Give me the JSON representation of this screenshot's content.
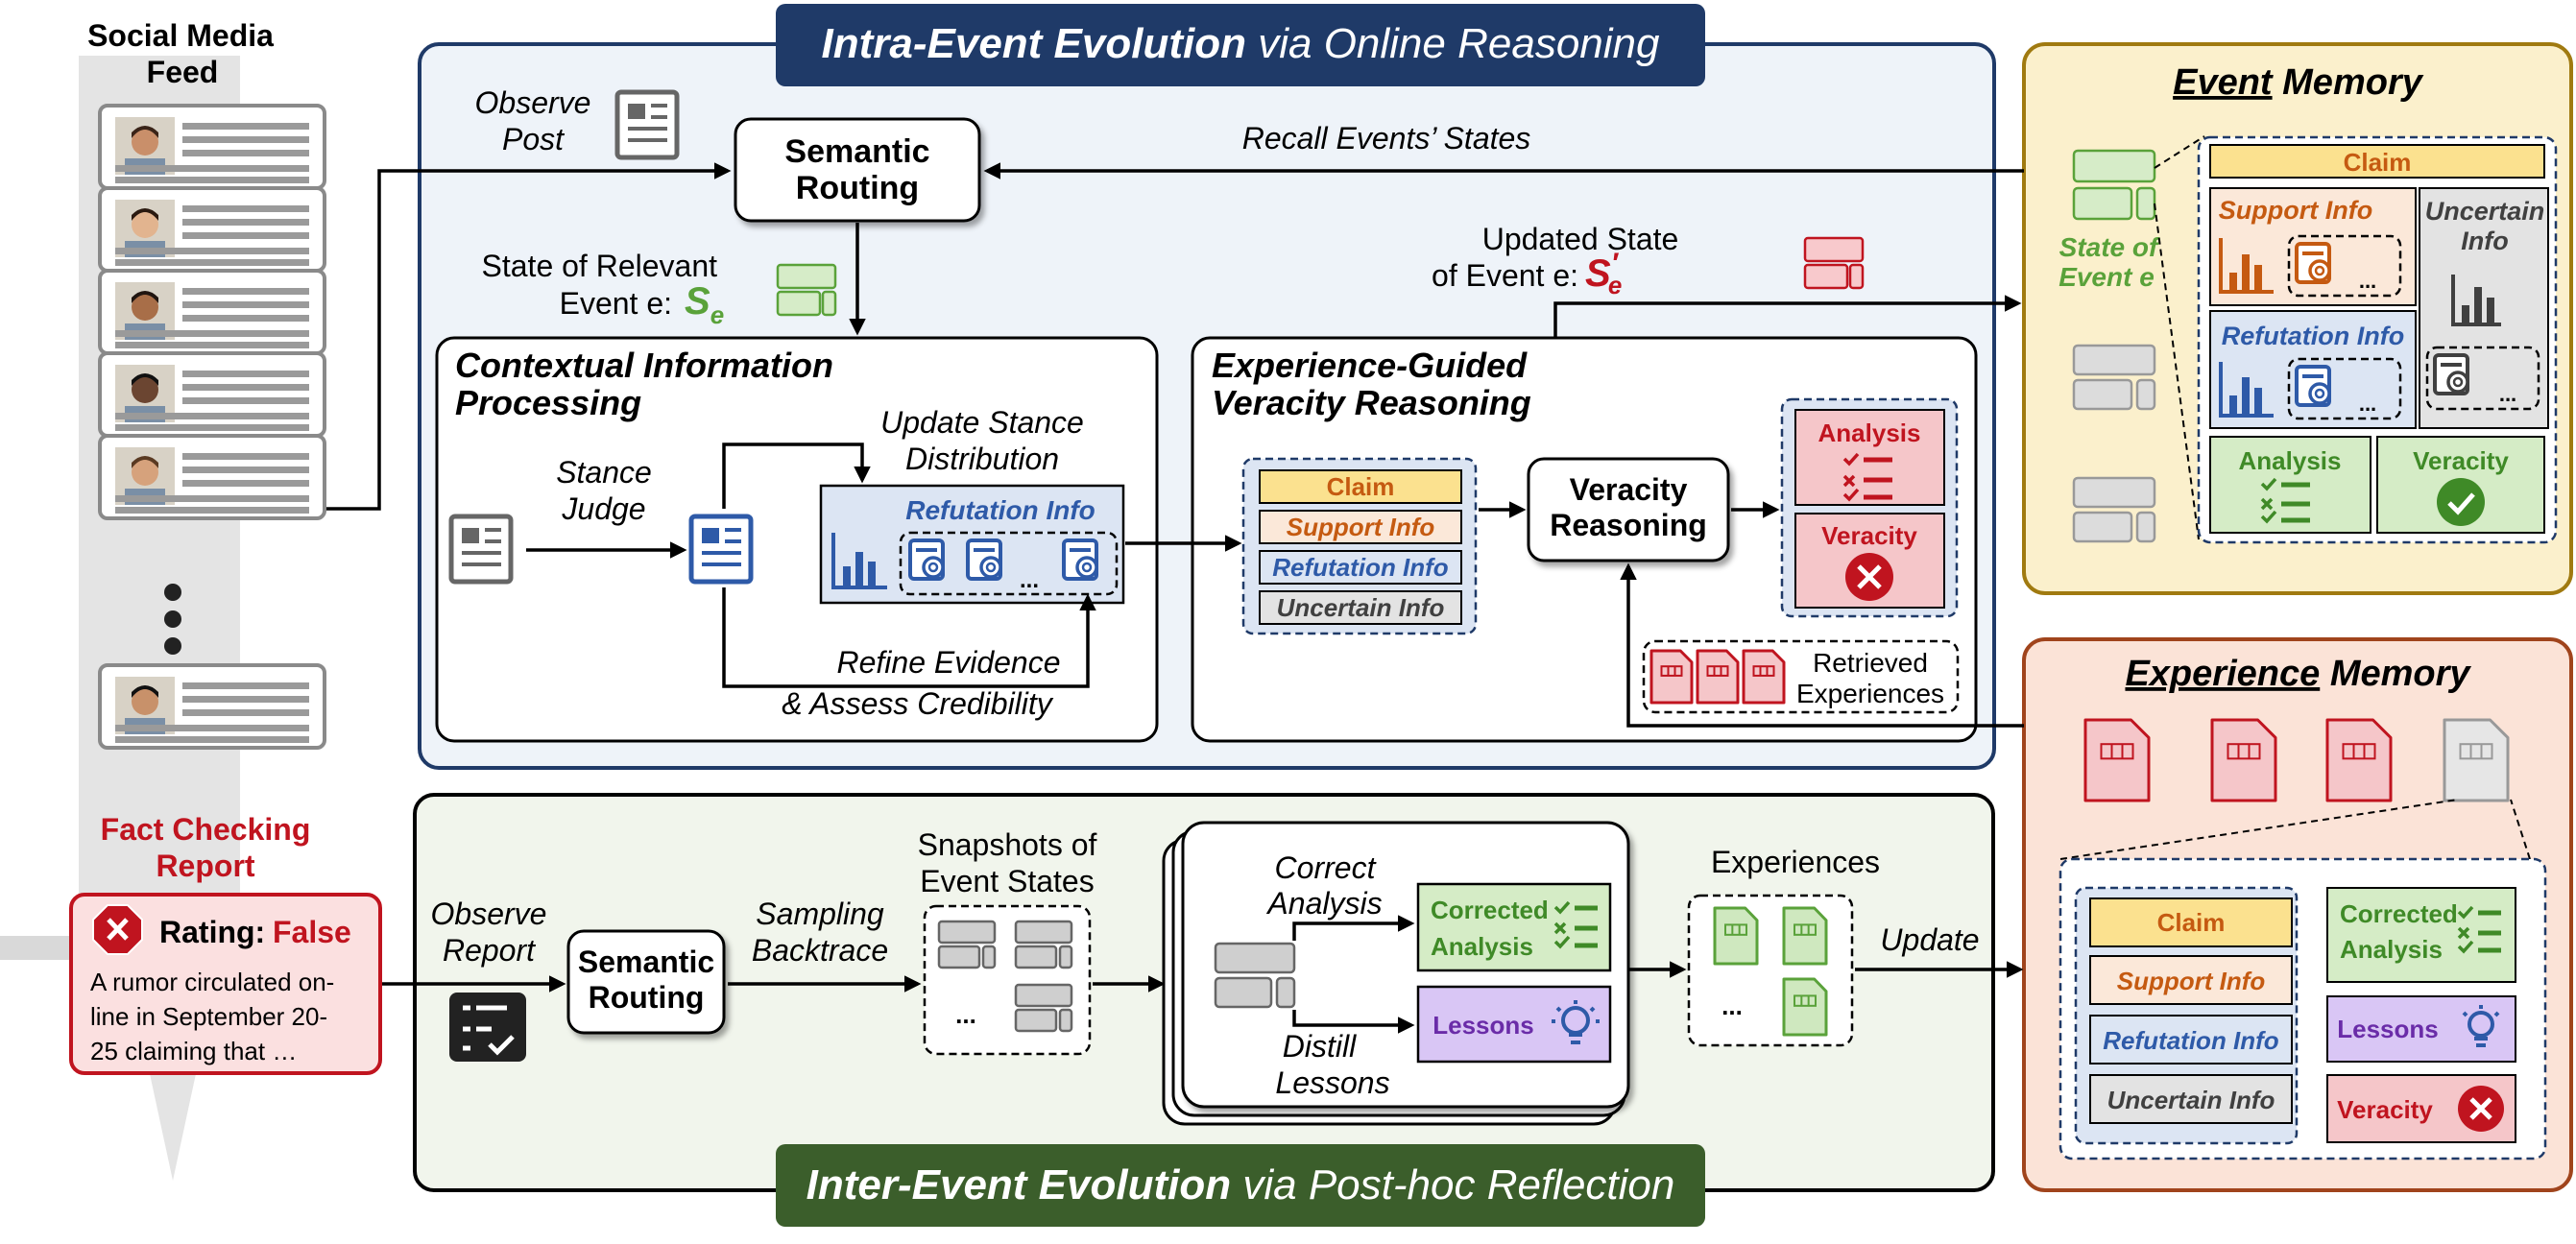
{
  "feed": {
    "title_line1": "Social Media",
    "title_line2": "Feed",
    "report_title_line1": "Fact Checking",
    "report_title_line2": "Report",
    "rating_label": "Rating:",
    "rating_value": "False",
    "report_text_line1": "A rumor circulated on-",
    "report_text_line2": "line in September 20-",
    "report_text_line3": "25 claiming that …"
  },
  "intra": {
    "banner_bold": "Intra-Event Evolution",
    "banner_rest": "via Online Reasoning",
    "observe_post_line1": "Observe",
    "observe_post_line2": "Post",
    "semantic_routing_line1": "Semantic",
    "semantic_routing_line2": "Routing",
    "recall": "Recall Events’ States",
    "state_relevant_line1": "State of Relevant",
    "state_relevant_line2": "Event e:",
    "state_symbol": "S",
    "state_sub": "e",
    "updated_state_line1": "Updated State",
    "updated_state_line2": "of Event e:",
    "updated_symbol": "S",
    "updated_prime": "′",
    "updated_sub": "e",
    "cip_title_line1": "Contextual Information",
    "cip_title_line2": "Processing",
    "stance_judge_line1": "Stance",
    "stance_judge_line2": "Judge",
    "update_stance_line1": "Update Stance",
    "update_stance_line2": "Distribution",
    "refutation_info": "Refutation Info",
    "ellipsis": "...",
    "refine_line1": "Refine Evidence",
    "refine_line2": "& Assess Credibility",
    "egvr_title_line1": "Experience-Guided",
    "egvr_title_line2": "Veracity Reasoning",
    "claim": "Claim",
    "support_info": "Support Info",
    "uncertain_info": "Uncertain Info",
    "veracity_reasoning_line1": "Veracity",
    "veracity_reasoning_line2": "Reasoning",
    "analysis": "Analysis",
    "veracity": "Veracity",
    "retrieved_line1": "Retrieved",
    "retrieved_line2": "Experiences"
  },
  "inter": {
    "banner_bold": "Inter-Event Evolution",
    "banner_rest": "via Post-hoc Reflection",
    "observe_report_line1": "Observe",
    "observe_report_line2": "Report",
    "semantic_routing_line1": "Semantic",
    "semantic_routing_line2": "Routing",
    "sampling_line1": "Sampling",
    "sampling_line2": "Backtrace",
    "snapshots_line1": "Snapshots of",
    "snapshots_line2": "Event States",
    "ellipsis": "...",
    "correct_line1": "Correct",
    "correct_line2": "Analysis",
    "distill_line1": "Distill",
    "distill_line2": "Lessons",
    "corrected_line1": "Corrected",
    "corrected_line2": "Analysis",
    "lessons": "Lessons",
    "experiences": "Experiences",
    "update": "Update"
  },
  "event_memory": {
    "title_bold": "Event",
    "title_rest": "Memory",
    "state_of_line1": "State of",
    "state_of_line2": "Event e",
    "claim": "Claim",
    "support_info": "Support Info",
    "uncertain_line1": "Uncertain",
    "uncertain_line2": "Info",
    "refutation_info": "Refutation Info",
    "ellipsis": "...",
    "analysis": "Analysis",
    "veracity": "Veracity"
  },
  "experience_memory": {
    "title_bold": "Experience",
    "title_rest": "Memory",
    "claim": "Claim",
    "support_info": "Support Info",
    "refutation_info": "Refutation Info",
    "uncertain_info": "Uncertain Info",
    "corrected_line1": "Corrected",
    "corrected_line2": "Analysis",
    "lessons": "Lessons",
    "veracity": "Veracity"
  },
  "colors": {
    "navy": "#1f3a68",
    "dark_green": "#3b5e2b",
    "intra_bg": "#eef3f9",
    "inter_bg": "#f1f5ec",
    "event_mem_bg": "#fbf0cc",
    "exp_mem_bg": "#fbe3d7",
    "red": "#c0141f",
    "blue": "#2e5aa8",
    "orange": "#c55a11",
    "green": "#5aa23a"
  }
}
